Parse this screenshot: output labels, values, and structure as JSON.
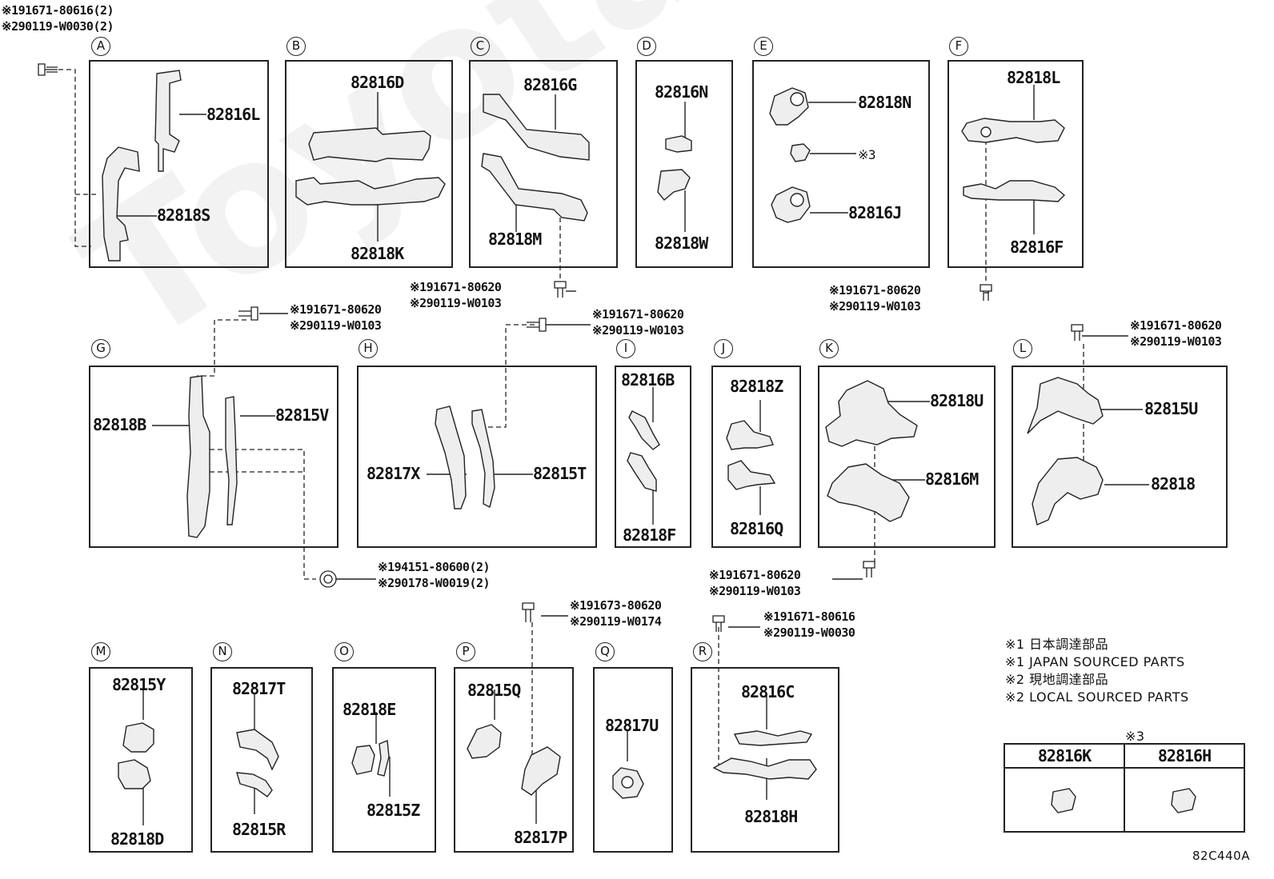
{
  "top_fasteners": {
    "line1": "※191671-80616(2)",
    "line2": "※290119-W0030(2)"
  },
  "panels": {
    "A": {
      "label": "A",
      "parts": [
        "82816L",
        "82818S"
      ]
    },
    "B": {
      "label": "B",
      "parts": [
        "82816D",
        "82818K"
      ]
    },
    "C": {
      "label": "C",
      "parts": [
        "82816G",
        "82818M"
      ]
    },
    "D": {
      "label": "D",
      "parts": [
        "82816N",
        "82818W"
      ]
    },
    "E": {
      "label": "E",
      "parts": [
        "82818N",
        "※3",
        "82816J"
      ]
    },
    "F": {
      "label": "F",
      "parts": [
        "82818L",
        "82816F"
      ]
    },
    "G": {
      "label": "G",
      "parts": [
        "82818B",
        "82815V"
      ]
    },
    "H": {
      "label": "H",
      "parts": [
        "82817X",
        "82815T"
      ]
    },
    "I": {
      "label": "I",
      "parts": [
        "82816B",
        "82818F"
      ]
    },
    "J": {
      "label": "J",
      "parts": [
        "82818Z",
        "82816Q"
      ]
    },
    "K": {
      "label": "K",
      "parts": [
        "82818U",
        "82816M"
      ]
    },
    "L": {
      "label": "L",
      "parts": [
        "82815U",
        "82818"
      ]
    },
    "M": {
      "label": "M",
      "parts": [
        "82815Y",
        "82818D"
      ]
    },
    "N": {
      "label": "N",
      "parts": [
        "82817T",
        "82815R"
      ]
    },
    "O": {
      "label": "O",
      "parts": [
        "82818E",
        "82815Z"
      ]
    },
    "P": {
      "label": "P",
      "parts": [
        "82815Q",
        "82817P"
      ]
    },
    "Q": {
      "label": "Q",
      "parts": [
        "82817U"
      ]
    },
    "R": {
      "label": "R",
      "parts": [
        "82816C",
        "82818H"
      ]
    }
  },
  "fasteners": {
    "c": {
      "line1": "※191671-80620",
      "line2": "※290119-W0103"
    },
    "f": {
      "line1": "※191671-80620",
      "line2": "※290119-W0103"
    },
    "g": {
      "line1": "※191671-80620",
      "line2": "※290119-W0103"
    },
    "h": {
      "line1": "※191671-80620",
      "line2": "※290119-W0103"
    },
    "l": {
      "line1": "※191671-80620",
      "line2": "※290119-W0103"
    },
    "gh": {
      "line1": "※194151-80600(2)",
      "line2": "※290178-W0019(2)"
    },
    "k": {
      "line1": "※191671-80620",
      "line2": "※290119-W0103"
    },
    "p": {
      "line1": "※191673-80620",
      "line2": "※290119-W0174"
    },
    "r": {
      "line1": "※191671-80616",
      "line2": "※290119-W0030"
    }
  },
  "notes": [
    "※1 日本調達部品",
    "※1 JAPAN SOURCED PARTS",
    "※2 現地調達部品",
    "※2 LOCAL SOURCED PARTS"
  ],
  "supplement": {
    "title": "※3",
    "parts": [
      "82816K",
      "82816H"
    ]
  },
  "code": "82C440A",
  "watermark": "ToyotaOnlineParts.ru"
}
